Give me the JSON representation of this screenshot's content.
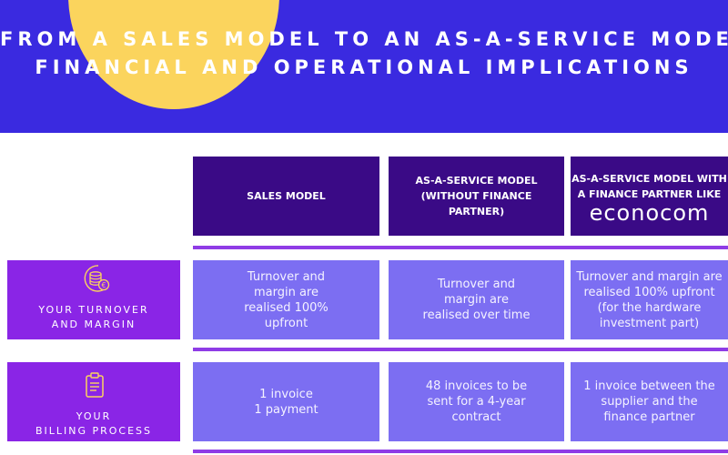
{
  "title": {
    "line1": "FROM A SALES MODEL TO AN AS-A-SERVICE MODEL:",
    "line2": "FINANCIAL AND OPERATIONAL IMPLICATIONS"
  },
  "columns": [
    {
      "label": "SALES MODEL"
    },
    {
      "label_line1": "AS-A-SERVICE MODEL",
      "label_line2": "(WITHOUT FINANCE",
      "label_line3": "PARTNER)"
    },
    {
      "label_line1": "AS-A-SERVICE MODEL WITH",
      "label_line2": "A FINANCE PARTNER LIKE",
      "brand": "econocom"
    }
  ],
  "rows": [
    {
      "label_line1": "YOUR TURNOVER",
      "label_line2": "AND MARGIN",
      "icon": "coins-euro-icon",
      "cells": [
        [
          "Turnover and",
          "margin are",
          "realised 100%",
          "upfront"
        ],
        [
          "Turnover and",
          "margin are",
          "realised over time"
        ],
        [
          "Turnover and margin are",
          "realised 100% upfront",
          "(for the hardware",
          "investment part)"
        ]
      ]
    },
    {
      "label_line1": "YOUR",
      "label_line2": "BILLING PROCESS",
      "icon": "clipboard-icon",
      "cells": [
        [
          "1 invoice",
          "1 payment"
        ],
        [
          "48 invoices to be",
          "sent for a 4-year",
          "contract"
        ],
        [
          "1 invoice between the",
          "supplier and the",
          "finance partner"
        ]
      ]
    }
  ],
  "colors": {
    "banner": "#3a2ae0",
    "accent_yellow": "#fbd45d",
    "header": "#3a0a86",
    "cell": "#7c6ef2",
    "row_label": "#8a25e6",
    "icon": "#fbd45d"
  }
}
